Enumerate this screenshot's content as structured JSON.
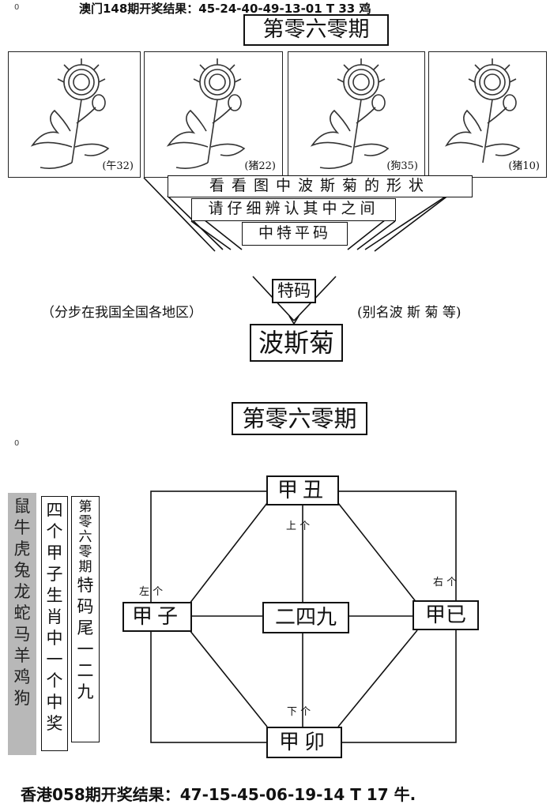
{
  "top_result": "澳门148期开奖结果：45-24-40-49-13-01 T 33 鸡",
  "top_mark": "0",
  "title_1": "第零六零期",
  "panels": [
    "(午32)",
    "(猪22)",
    "(狗35)",
    "(猪10)"
  ],
  "hint_1": "看看图中波斯菊的形状",
  "hint_2": "请仔细辨认其中之间",
  "hint_3": "中特平码",
  "special_box": "特码",
  "note_left": "（分步在我国全国各地区）",
  "note_right": "(别名波 斯 菊 等)",
  "flower_name": "波斯菊",
  "title_2": "第零六零期",
  "mid_mark": "0",
  "col_animals": [
    "鼠",
    "牛",
    "虎",
    "兔",
    "龙",
    "蛇",
    "马",
    "羊",
    "鸡",
    "狗"
  ],
  "col_tip": [
    "四",
    "个",
    "甲",
    "子",
    "生",
    "肖",
    "中",
    "一",
    "个",
    "中",
    "奖"
  ],
  "col_special": [
    "第零六零期",
    "特",
    "码",
    "尾",
    "一",
    "二",
    "九"
  ],
  "diagram": {
    "top": "甲丑",
    "left": "甲子",
    "right": "甲已",
    "bottom": "甲卯",
    "center": "二四九",
    "label_top": "上 个",
    "label_left": "左 个",
    "label_right": "右 个",
    "label_bottom": "下  个"
  },
  "bottom_result": "香港058期开奖结果：47-15-45-06-19-14 T 17 牛."
}
